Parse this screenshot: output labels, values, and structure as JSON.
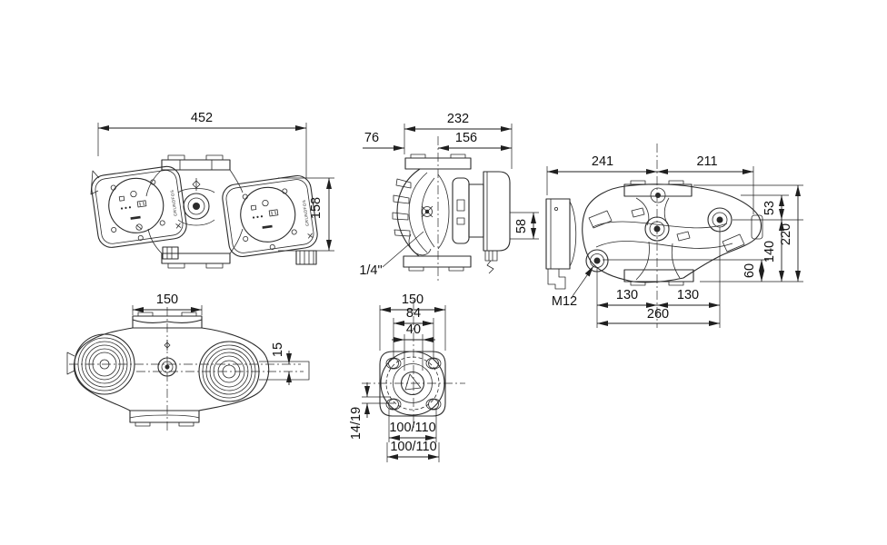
{
  "meta": {
    "drawing_type": "pump dimensional drawing",
    "units": "mm",
    "background": "#ffffff",
    "line_color": "#2b2b2b"
  },
  "views": {
    "front": {
      "width": "452",
      "height": "158",
      "brand": "GRUNDFOS"
    },
    "side": {
      "depth_total": "232",
      "depth_front": "76",
      "depth_rear": "156",
      "plug_height": "58",
      "vent_port": "1/4\""
    },
    "plan": {
      "left_of_center": "241",
      "right_of_center": "211",
      "top_to_port": "53",
      "overall_height": "220",
      "port_to_base": "140",
      "hole_to_base": "60",
      "bolt_thread": "M12",
      "hole_left": "130",
      "hole_right": "130",
      "hole_span": "260"
    },
    "underside": {
      "flange_width": "150",
      "axis_offset": "15"
    },
    "flange": {
      "flange_width": "150",
      "bolt_spacing": "84",
      "bore": "40",
      "slot_width": "14/19",
      "bolt_circle_a": "100/110",
      "bolt_circle_b": "100/110"
    }
  }
}
